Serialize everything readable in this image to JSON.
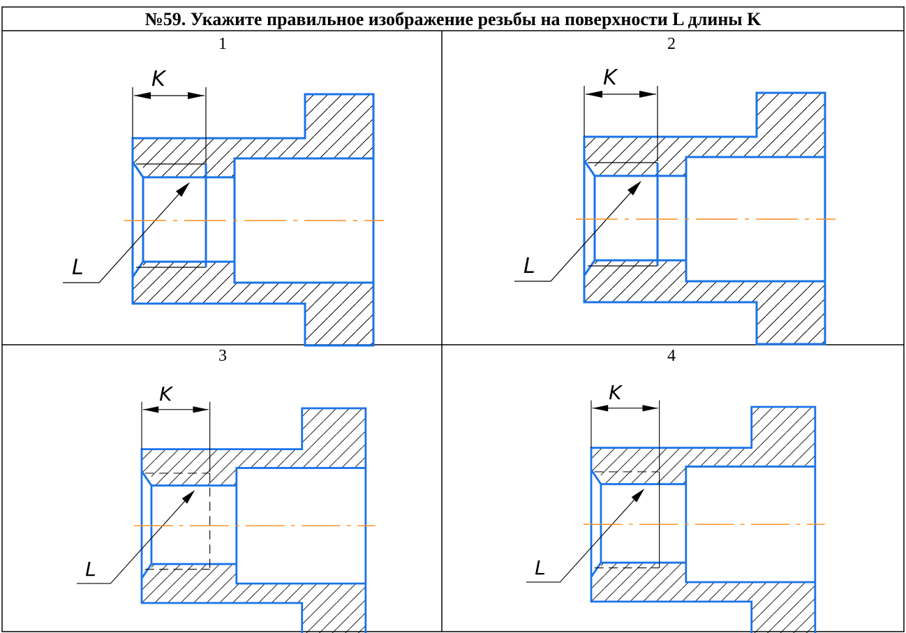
{
  "title": "№59. Укажите правильное изображение резьбы на поверхности L длины K",
  "options": [
    {
      "number": "1"
    },
    {
      "number": "2"
    },
    {
      "number": "3"
    },
    {
      "number": "4"
    }
  ],
  "labels": {
    "length": "K",
    "surface": "L"
  },
  "colors": {
    "outline": "#1a73e8",
    "axis": "#ff8c1a",
    "line": "#000000",
    "grid": "#000000"
  }
}
